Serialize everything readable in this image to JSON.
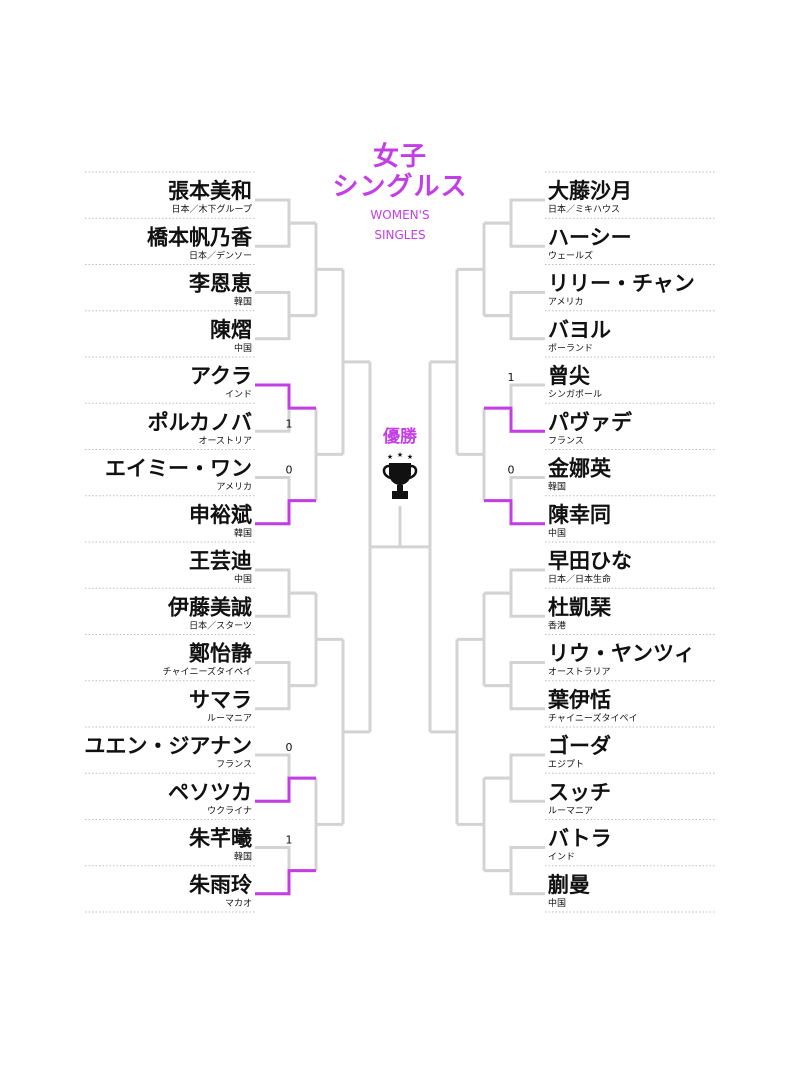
{
  "title": {
    "jp_line1": "女子",
    "jp_line2": "シングルス",
    "en_line1": "WOMEN'S",
    "en_line2": "SINGLES"
  },
  "champion_label": "優勝",
  "colors": {
    "accent": "#c33ee6",
    "line": "#d3d3d3",
    "dots": "#bdbdbd",
    "text": "#111111"
  },
  "icons": {
    "trophy": "trophy-icon"
  },
  "left": [
    {
      "name": "張本美和",
      "country": "日本／木下グループ",
      "score": "",
      "winner": false
    },
    {
      "name": "橋本帆乃香",
      "country": "日本／デンソー",
      "score": "",
      "winner": false
    },
    {
      "name": "李恩恵",
      "country": "韓国",
      "score": "",
      "winner": false
    },
    {
      "name": "陳熠",
      "country": "中国",
      "score": "",
      "winner": false
    },
    {
      "name": "アクラ",
      "country": "インド",
      "score": "",
      "winner": true
    },
    {
      "name": "ポルカノバ",
      "country": "オーストリア",
      "score": "1",
      "winner": false
    },
    {
      "name": "エイミー・ワン",
      "country": "アメリカ",
      "score": "0",
      "winner": false
    },
    {
      "name": "申裕斌",
      "country": "韓国",
      "score": "",
      "winner": true
    },
    {
      "name": "王芸迪",
      "country": "中国",
      "score": "",
      "winner": false
    },
    {
      "name": "伊藤美誠",
      "country": "日本／スターツ",
      "score": "",
      "winner": false
    },
    {
      "name": "鄭怡静",
      "country": "チャイニーズタイペイ",
      "score": "",
      "winner": false
    },
    {
      "name": "サマラ",
      "country": "ルーマニア",
      "score": "",
      "winner": false
    },
    {
      "name": "ユエン・ジアナン",
      "country": "フランス",
      "score": "0",
      "winner": false
    },
    {
      "name": "ペソツカ",
      "country": "ウクライナ",
      "score": "",
      "winner": true
    },
    {
      "name": "朱芊曦",
      "country": "韓国",
      "score": "1",
      "winner": false
    },
    {
      "name": "朱雨玲",
      "country": "マカオ",
      "score": "",
      "winner": true
    }
  ],
  "right": [
    {
      "name": "大藤沙月",
      "country": "日本／ミキハウス",
      "score": "",
      "winner": false
    },
    {
      "name": "ハーシー",
      "country": "ウェールズ",
      "score": "",
      "winner": false
    },
    {
      "name": "リリー・チャン",
      "country": "アメリカ",
      "score": "",
      "winner": false
    },
    {
      "name": "バヨル",
      "country": "ポーランド",
      "score": "",
      "winner": false
    },
    {
      "name": "曾尖",
      "country": "シンガポール",
      "score": "1",
      "winner": false
    },
    {
      "name": "パヴァデ",
      "country": "フランス",
      "score": "",
      "winner": true
    },
    {
      "name": "金娜英",
      "country": "韓国",
      "score": "0",
      "winner": false
    },
    {
      "name": "陳幸同",
      "country": "中国",
      "score": "",
      "winner": true
    },
    {
      "name": "早田ひな",
      "country": "日本／日本生命",
      "score": "",
      "winner": false
    },
    {
      "name": "杜凱琹",
      "country": "香港",
      "score": "",
      "winner": false
    },
    {
      "name": "リウ・ヤンツィ",
      "country": "オーストラリア",
      "score": "",
      "winner": false
    },
    {
      "name": "葉伊恬",
      "country": "チャイニーズタイペイ",
      "score": "",
      "winner": false
    },
    {
      "name": "ゴーダ",
      "country": "エジプト",
      "score": "",
      "winner": false
    },
    {
      "name": "スッチ",
      "country": "ルーマニア",
      "score": "",
      "winner": false
    },
    {
      "name": "バトラ",
      "country": "インド",
      "score": "",
      "winner": false
    },
    {
      "name": "蒯曼",
      "country": "中国",
      "score": "",
      "winner": false
    }
  ]
}
